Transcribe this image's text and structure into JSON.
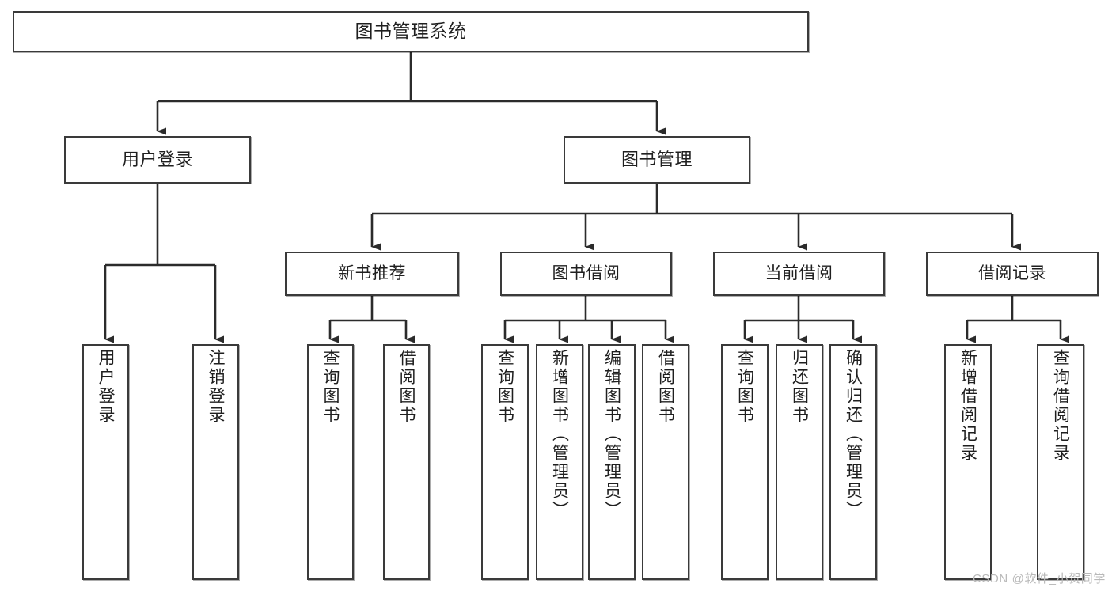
{
  "diagram": {
    "title": "图书管理系统",
    "type": "tree-hierarchy-chart",
    "watermark": "CSDN @软件_小贺同学",
    "colors": {
      "box_border": "#3a3a3a",
      "box_fill": "#ffffff",
      "edge": "#2b2b2b",
      "text": "#1f1f1f",
      "watermark": "#b9b9b9"
    },
    "root": {
      "label": "图书管理系统"
    },
    "level2": [
      {
        "label": "用户登录"
      },
      {
        "label": "图书管理"
      }
    ],
    "level3": [
      {
        "label": "新书推荐"
      },
      {
        "label": "图书借阅"
      },
      {
        "label": "当前借阅"
      },
      {
        "label": "借阅记录"
      }
    ],
    "leaves": {
      "user_login": [
        {
          "label": "用户登录"
        },
        {
          "label": "注销登录"
        }
      ],
      "new_book_recommend": [
        {
          "label": "查询图书"
        },
        {
          "label": "借阅图书"
        }
      ],
      "book_borrow": [
        {
          "label": "查询图书"
        },
        {
          "label": "新增图书（管理员）"
        },
        {
          "label": "编辑图书（管理员）"
        },
        {
          "label": "借阅图书"
        }
      ],
      "current_borrow": [
        {
          "label": "查询图书"
        },
        {
          "label": "归还图书"
        },
        {
          "label": "确认归还（管理员）"
        }
      ],
      "borrow_record": [
        {
          "label": "新增借阅记录"
        },
        {
          "label": "查询借阅记录"
        }
      ]
    }
  }
}
